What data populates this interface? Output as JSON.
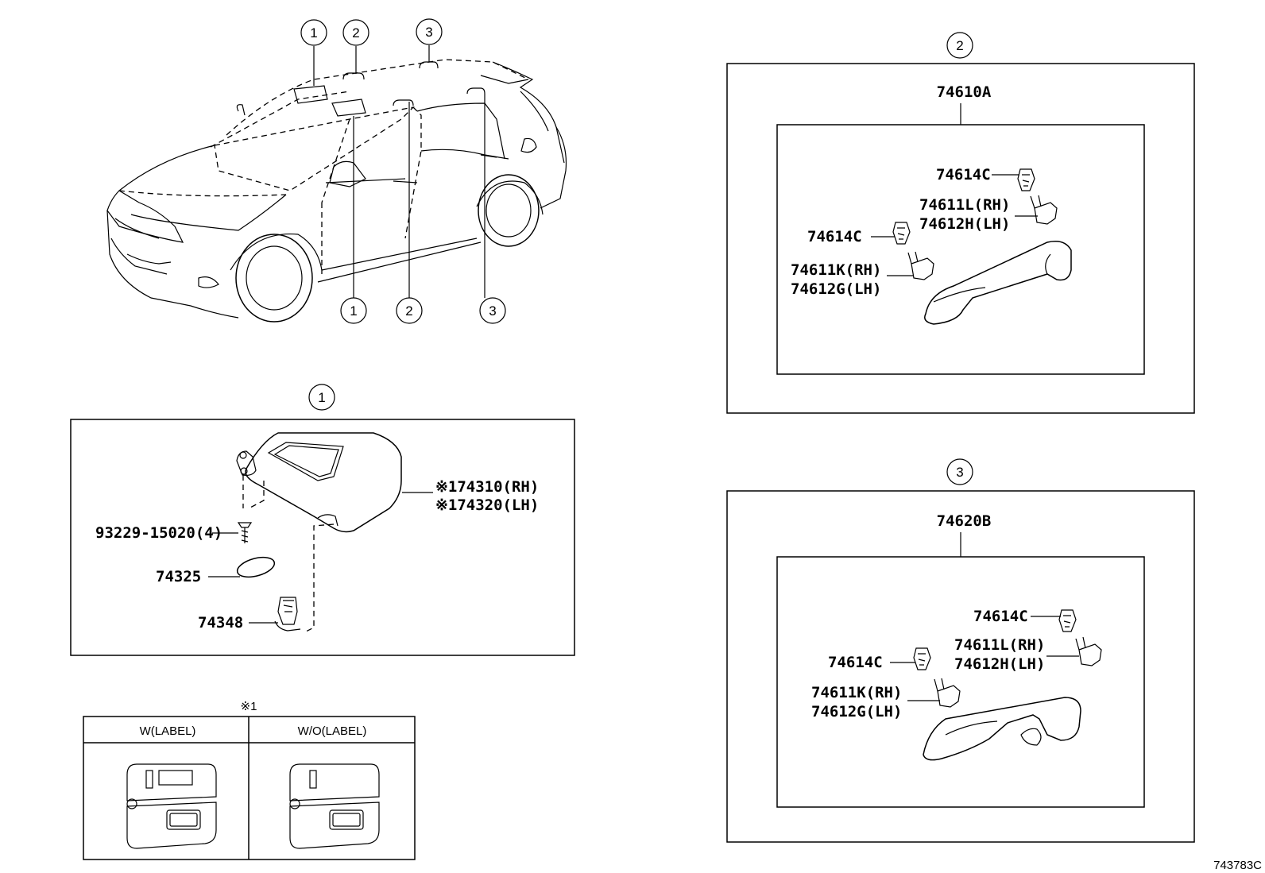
{
  "callouts": {
    "c1": "1",
    "c2": "2",
    "c3": "3"
  },
  "section1": {
    "parts": {
      "visor_rh": "※174310(RH)",
      "visor_lh": "※174320(LH)",
      "screw": "93229-15020(4)",
      "cover": "74325",
      "holder": "74348"
    }
  },
  "section2": {
    "assembly": "74610A",
    "parts": {
      "clip_a": "74614C",
      "cap_l_rh": "74611L(RH)",
      "cap_h_lh": "74612H(LH)",
      "clip_b": "74614C",
      "cap_k_rh": "74611K(RH)",
      "cap_g_lh": "74612G(LH)"
    }
  },
  "section3": {
    "assembly": "74620B",
    "parts": {
      "clip_a": "74614C",
      "cap_l_rh": "74611L(RH)",
      "cap_h_lh": "74612H(LH)",
      "clip_b": "74614C",
      "cap_k_rh": "74611K(RH)",
      "cap_g_lh": "74612G(LH)"
    }
  },
  "legend": {
    "note": "※1",
    "col_with": "W(LABEL)",
    "col_without": "W/O(LABEL)"
  },
  "figure_id": "743783C"
}
